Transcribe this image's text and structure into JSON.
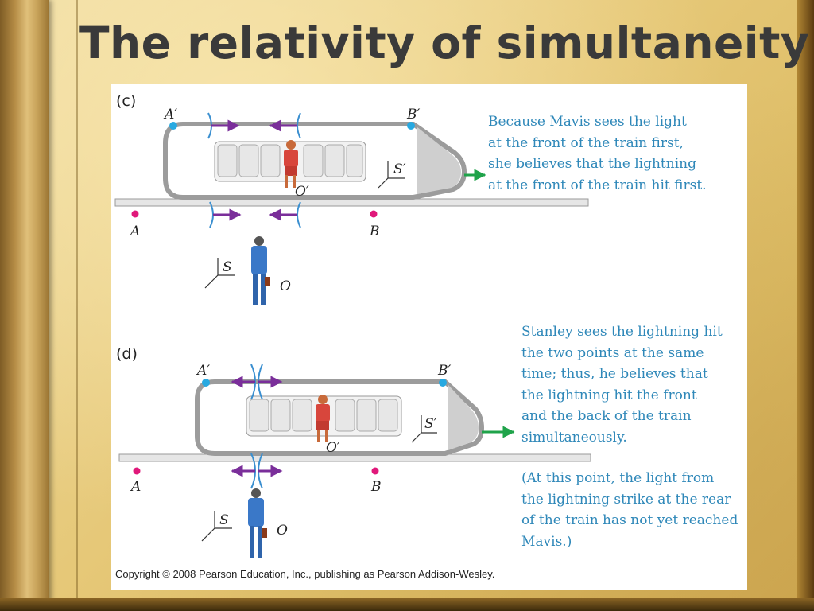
{
  "title": "The relativity of simultaneity",
  "panel_c": {
    "label": "(c)",
    "caption": "Because Mavis sees the light\nat the front of the train first,\nshe believes that the lightning\nat the front of the train hit first.",
    "labels": {
      "a_prime": "A′",
      "b_prime": "B′",
      "o_prime": "O′",
      "s_prime": "S′",
      "a": "A",
      "b": "B",
      "s": "S",
      "o": "O"
    }
  },
  "panel_d": {
    "label": "(d)",
    "caption": "Stanley sees the lightning hit\nthe two points at the same\ntime; thus, he believes that\nthe lightning hit the front\nand the back of the train\nsimultaneously.",
    "note": "(At this point, the light from\nthe lightning strike at the rear\nof the train has not yet reached\nMavis.)",
    "labels": {
      "a_prime": "A′",
      "b_prime": "B′",
      "o_prime": "O′",
      "s_prime": "S′",
      "a": "A",
      "b": "B",
      "s": "S",
      "o": "O"
    }
  },
  "copyright": "Copyright © 2008 Pearson Education, Inc., publishing as Pearson Addison-Wesley.",
  "colors": {
    "label_blue": "#2f88b9",
    "arrow_purple": "#7a2e9a",
    "wave_blue": "#3a8fd0",
    "point_cyan": "#27a9e1",
    "point_magenta": "#e0187a",
    "velocity_green": "#1fa34a"
  }
}
